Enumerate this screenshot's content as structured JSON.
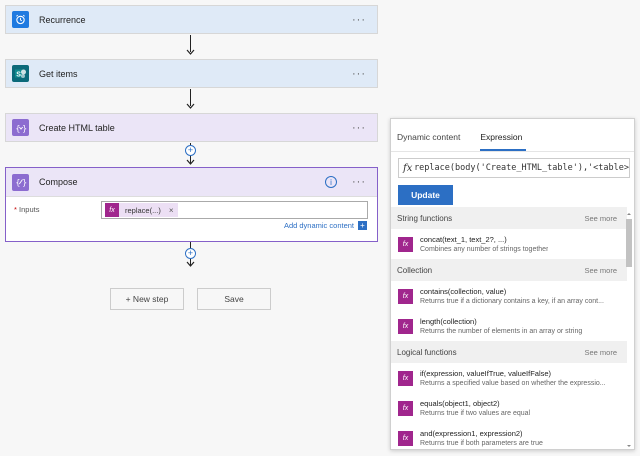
{
  "flow": {
    "steps": [
      {
        "title": "Recurrence",
        "more": "···"
      },
      {
        "title": "Get items",
        "more": "···"
      },
      {
        "title": "Create HTML table",
        "more": "···"
      }
    ],
    "compose": {
      "title": "Compose",
      "info": "i",
      "more": "···",
      "inputs_label": "Inputs",
      "required_mark": "*",
      "token_label": "replace(...)",
      "token_remove": "×",
      "add_dynamic": "Add dynamic content",
      "add_dynamic_plus": "+"
    },
    "new_step": "+ New step",
    "save": "Save"
  },
  "panel": {
    "tabs": [
      "Dynamic content",
      "Expression"
    ],
    "active_tab": "Expression",
    "expression": "replace(body('Create_HTML_table'),'<table>",
    "update": "Update",
    "sections": [
      {
        "title": "String functions",
        "more": "See more",
        "functions": [
          {
            "name": "concat(text_1, text_2?, ...)",
            "desc": "Combines any number of strings together"
          }
        ]
      },
      {
        "title": "Collection",
        "more": "See more",
        "functions": [
          {
            "name": "contains(collection, value)",
            "desc": "Returns true if a dictionary contains a key, if an array cont..."
          },
          {
            "name": "length(collection)",
            "desc": "Returns the number of elements in an array or string"
          }
        ]
      },
      {
        "title": "Logical functions",
        "more": "See more",
        "functions": [
          {
            "name": "if(expression, valueIfTrue, valueIfFalse)",
            "desc": "Returns a specified value based on whether the expressio..."
          },
          {
            "name": "equals(object1, object2)",
            "desc": "Returns true if two values are equal"
          },
          {
            "name": "and(expression1, expression2)",
            "desc": "Returns true if both parameters are true"
          }
        ]
      }
    ]
  },
  "colors": {
    "trigger_blue": "#1f7ae0",
    "sharepoint": "#0b6a7a",
    "data_op_purple": "#8c6cd0",
    "function_magenta": "#a0268d",
    "accent_blue": "#2c6fc4"
  }
}
